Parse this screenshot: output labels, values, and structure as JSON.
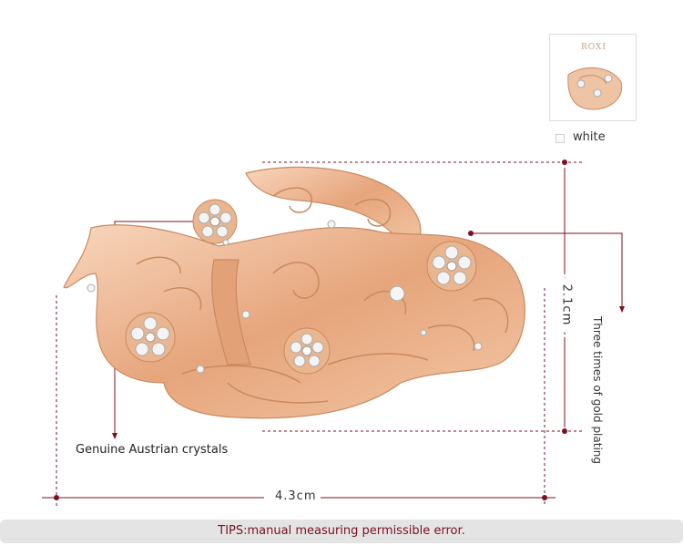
{
  "thumbnail": {
    "brand": "ROXI"
  },
  "color_option": {
    "label": "white"
  },
  "dimensions": {
    "width": "4.3cm",
    "height": "2.1cm"
  },
  "annotations": {
    "plating": "Three times of gold plating",
    "crystals": "Genuine Austrian crystals"
  },
  "tips": "TIPS:manual measuring permissible error.",
  "colors": {
    "accent": "#7b1020",
    "gold": "#e8b48e",
    "gold_dark": "#c98a5e"
  }
}
